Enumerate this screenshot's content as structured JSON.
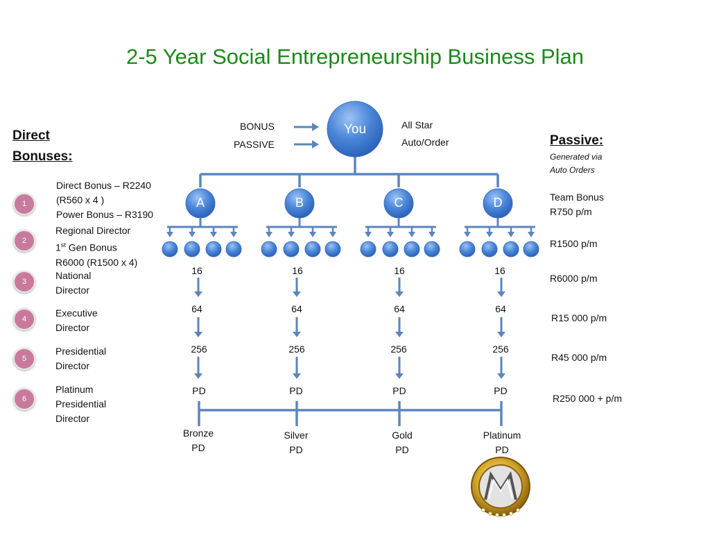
{
  "title": "2-5 Year Social Entrepreneurship Business Plan",
  "top": {
    "bonus": "BONUS",
    "passive": "PASSIVE",
    "you": "You",
    "all_star": "All Star",
    "auto_order": "Auto/Order"
  },
  "left": {
    "header_line1": "Direct",
    "header_line2": "Bonuses:",
    "items": [
      {
        "num": "1",
        "lines": [
          "Direct Bonus – R2240",
          "(R560 x 4 )",
          "Power Bonus – R3190"
        ]
      },
      {
        "num": "2",
        "lines": [
          "Regional  Director",
          "Gen Bonus",
          "R6000 (R1500 x 4)"
        ],
        "gen_prefix": "1",
        "gen_sup": "st"
      },
      {
        "num": "3",
        "lines": [
          "National",
          "Director"
        ]
      },
      {
        "num": "4",
        "lines": [
          "Executive",
          "Director"
        ]
      },
      {
        "num": "5",
        "lines": [
          "Presidential",
          "Director"
        ]
      },
      {
        "num": "6",
        "lines": [
          "Platinum",
          "Presidential",
          "Director"
        ]
      }
    ]
  },
  "right": {
    "header": "Passive:",
    "sub1": "Generated via",
    "sub2": "Auto Orders",
    "levels": [
      "Team Bonus",
      "R750 p/m",
      "R1500 p/m",
      "R6000 p/m",
      "R15 000 p/m",
      "R45 000 p/m",
      "R250 000 + p/m"
    ]
  },
  "legs": [
    {
      "name": "A",
      "counts": [
        "16",
        "64",
        "256",
        "PD"
      ],
      "rank": [
        "Bronze",
        "PD"
      ]
    },
    {
      "name": "B",
      "counts": [
        "16",
        "64",
        "256",
        "PD"
      ],
      "rank": [
        "Silver",
        "PD"
      ]
    },
    {
      "name": "C",
      "counts": [
        "16",
        "64",
        "256",
        "PD"
      ],
      "rank": [
        "Gold",
        "PD"
      ]
    },
    {
      "name": "D",
      "counts": [
        "16",
        "64",
        "256",
        "PD"
      ],
      "rank": [
        "Platinum",
        "PD"
      ]
    }
  ],
  "colors": {
    "title": "#1a8a1a",
    "node": "#4a86d8",
    "line": "#5b85bd",
    "badge": "#c97a9c"
  },
  "icons": {
    "logo": "gold-medallion-logo-icon"
  }
}
